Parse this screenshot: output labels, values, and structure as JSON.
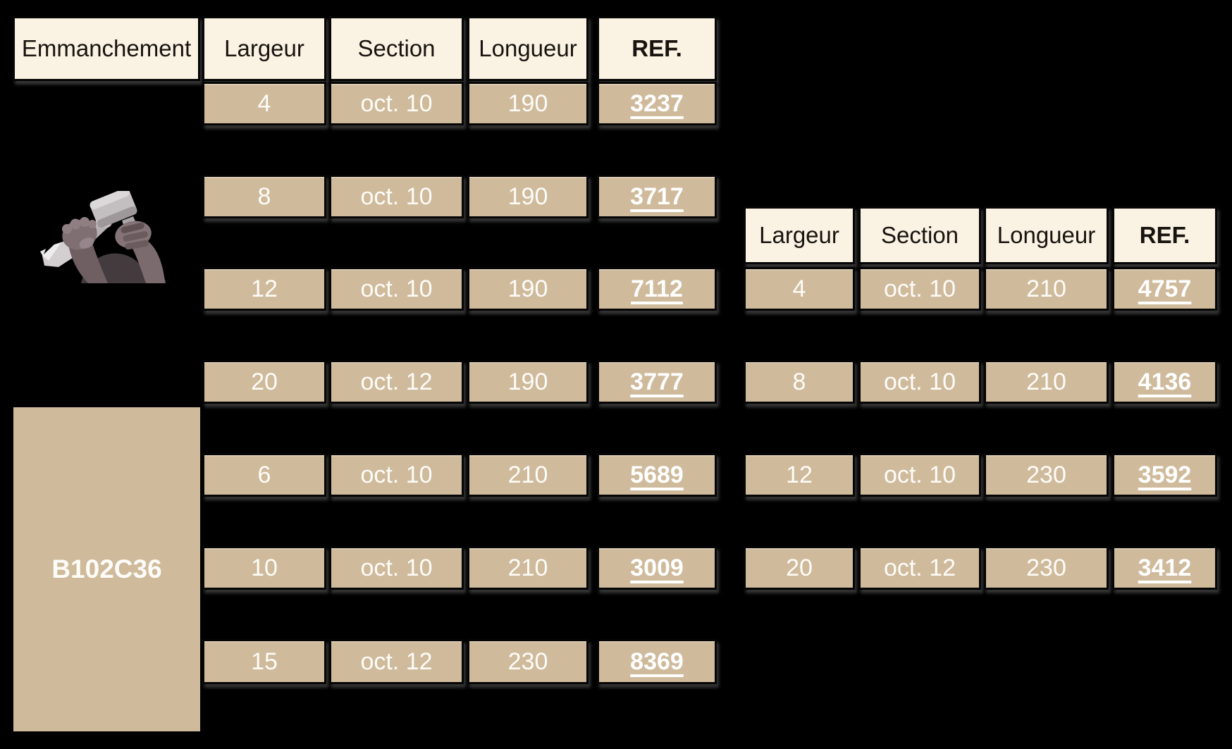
{
  "colors": {
    "page_bg": "#000000",
    "header_bg": "#FAF2E3",
    "header_text": "#17130E",
    "cell_bg": "#CFBA9B",
    "cell_text": "#FDFCF8",
    "ref_link_text": "#FFFFFF"
  },
  "left_table": {
    "headers": {
      "emmanchement": "Emmanchement",
      "largeur": "Largeur",
      "section": "Section",
      "longueur": "Longueur",
      "ref": "REF."
    },
    "rows": [
      {
        "largeur": "4",
        "section": "oct. 10",
        "longueur": "190",
        "ref": "3237"
      },
      {
        "largeur": "8",
        "section": "oct. 10",
        "longueur": "190",
        "ref": "3717"
      },
      {
        "largeur": "12",
        "section": "oct. 10",
        "longueur": "190",
        "ref": "7112"
      },
      {
        "largeur": "20",
        "section": "oct. 12",
        "longueur": "190",
        "ref": "3777"
      },
      {
        "largeur": "6",
        "section": "oct. 10",
        "longueur": "210",
        "ref": "5689"
      },
      {
        "largeur": "10",
        "section": "oct. 10",
        "longueur": "210",
        "ref": "3009"
      },
      {
        "largeur": "15",
        "section": "oct. 12",
        "longueur": "230",
        "ref": "8369"
      }
    ],
    "product_code": "B102C36"
  },
  "right_table": {
    "headers": {
      "largeur": "Largeur",
      "section": "Section",
      "longueur": "Longueur",
      "ref": "REF."
    },
    "rows": [
      {
        "largeur": "4",
        "section": "oct. 10",
        "longueur": "210",
        "ref": "4757"
      },
      {
        "largeur": "8",
        "section": "oct. 10",
        "longueur": "210",
        "ref": "4136"
      },
      {
        "largeur": "12",
        "section": "oct. 10",
        "longueur": "230",
        "ref": "3592"
      },
      {
        "largeur": "20",
        "section": "oct. 12",
        "longueur": "230",
        "ref": "3412"
      }
    ]
  },
  "illustration": {
    "name": "hands-with-mallet-and-chisel"
  }
}
